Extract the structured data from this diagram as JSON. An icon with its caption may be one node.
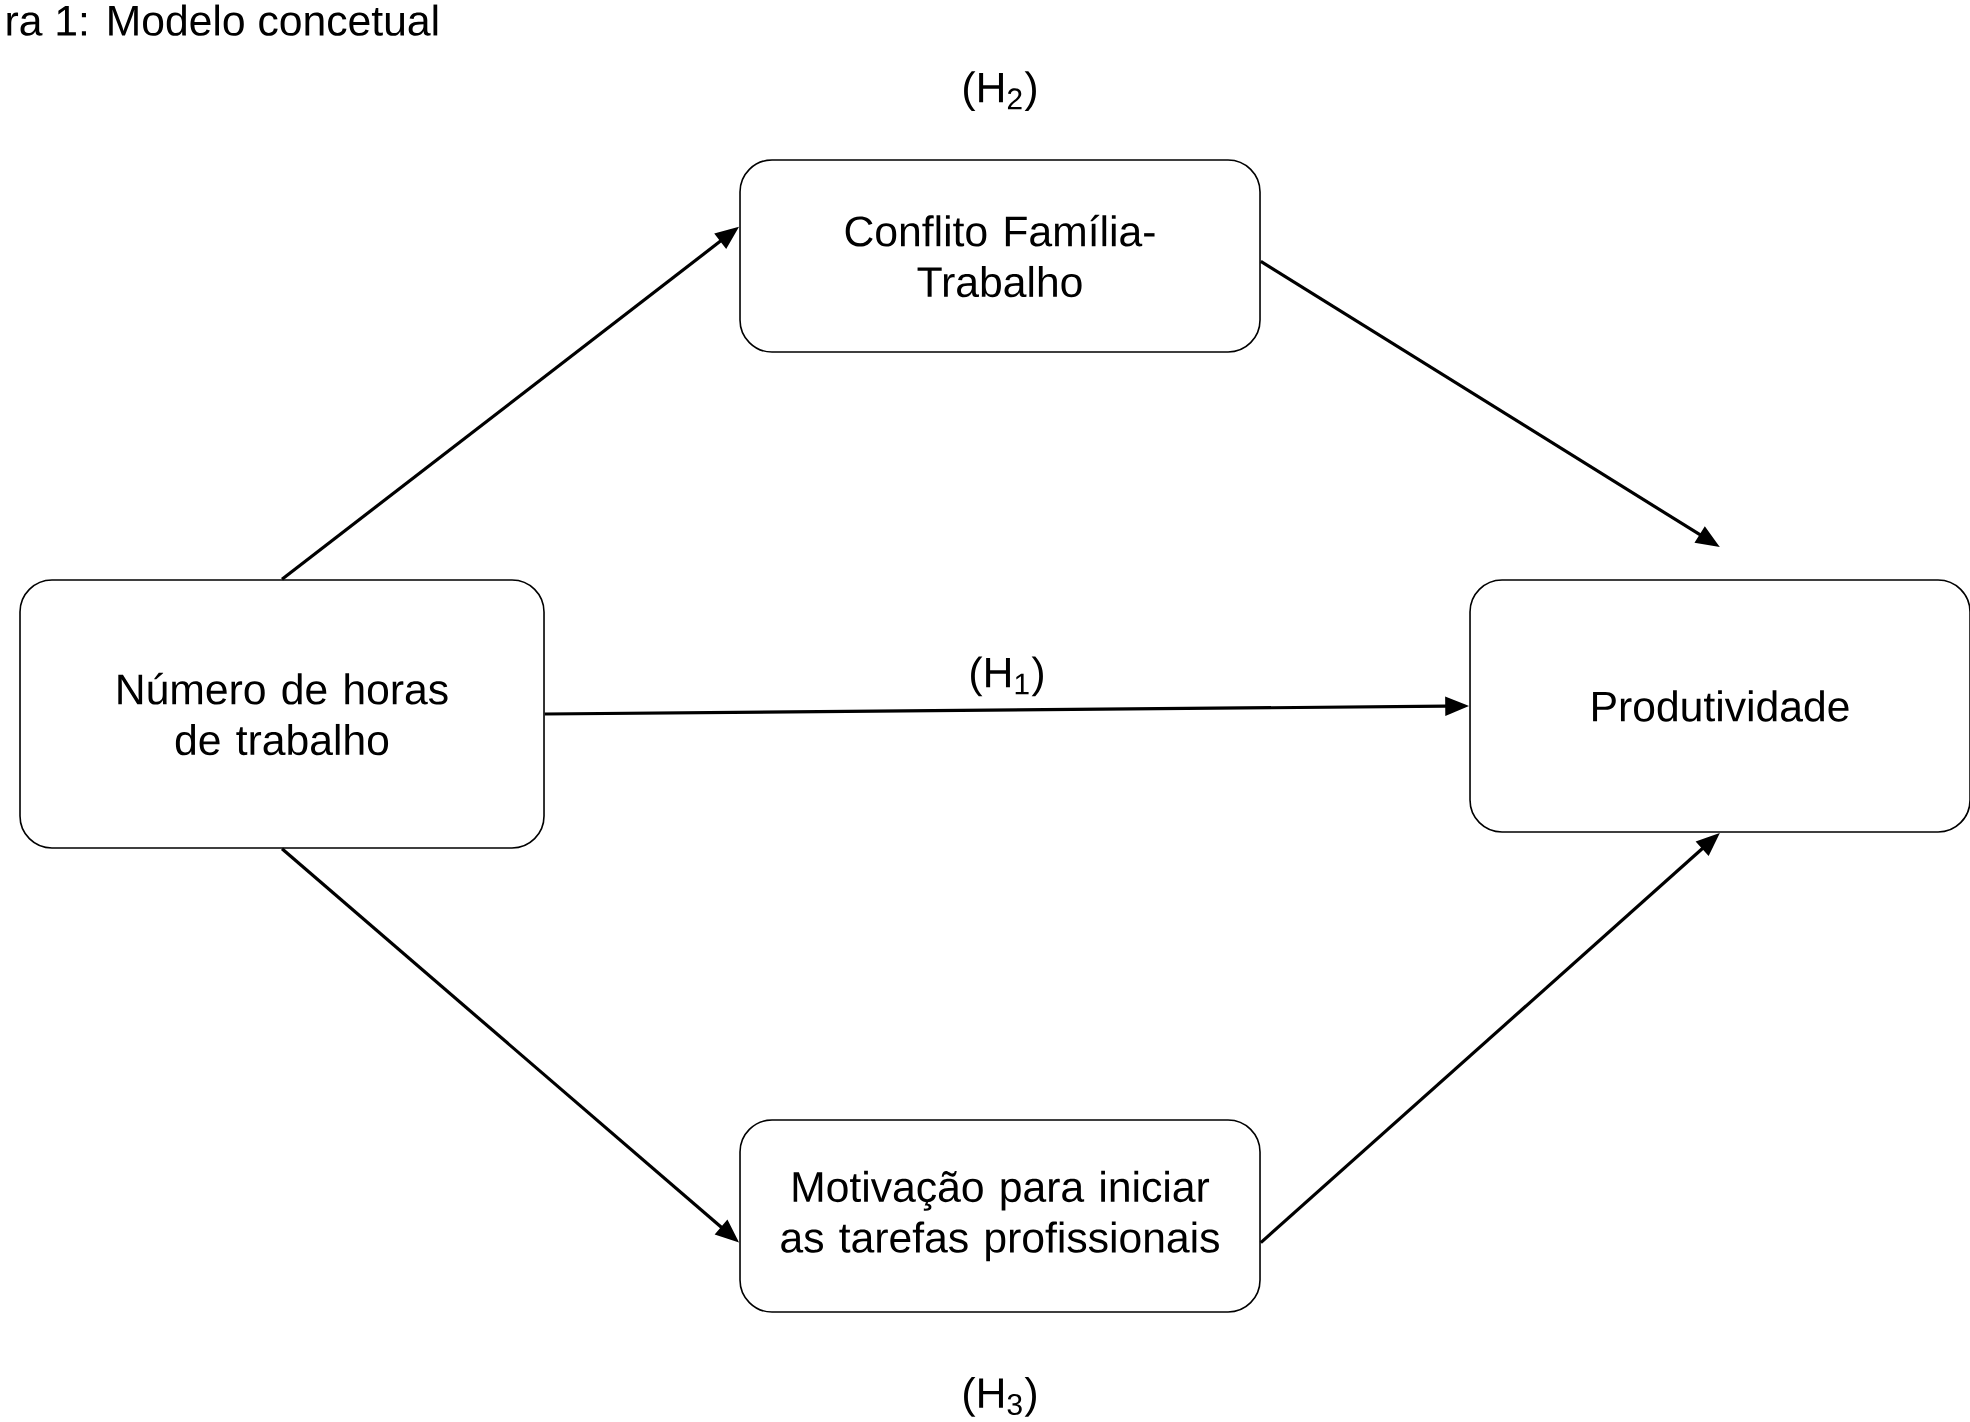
{
  "diagram": {
    "title": "ra 1: Modelo concetual",
    "nodes": [
      {
        "text": [
          "Número de horas de trabalho"
        ]
      },
      {
        "text": [
          "Conflito Família-Trabalho"
        ],
        "beside": [
          "(H$_{2}$)"
        ]
      },
      {
        "text": [
          "Produtividade"
        ]
      },
      {
        "text": [
          "Motivação para iniciar as tarefas profissionais"
        ],
        "beside": [
          "(H$_{3}$)"
        ]
      }
    ],
    "edges": [
      {
        "from": 0,
        "to": 1,
        "arrow": "to"
      },
      {
        "from": 1,
        "to": 2,
        "arrow": "to"
      },
      {
        "from": 0,
        "to": 2,
        "arrow": "to",
        "label": "(H$_{1}$)"
      },
      {
        "from": 0,
        "to": 3,
        "arrow": "to"
      },
      {
        "from": 3,
        "to": 2,
        "arrow": "to"
      }
    ]
  }
}
